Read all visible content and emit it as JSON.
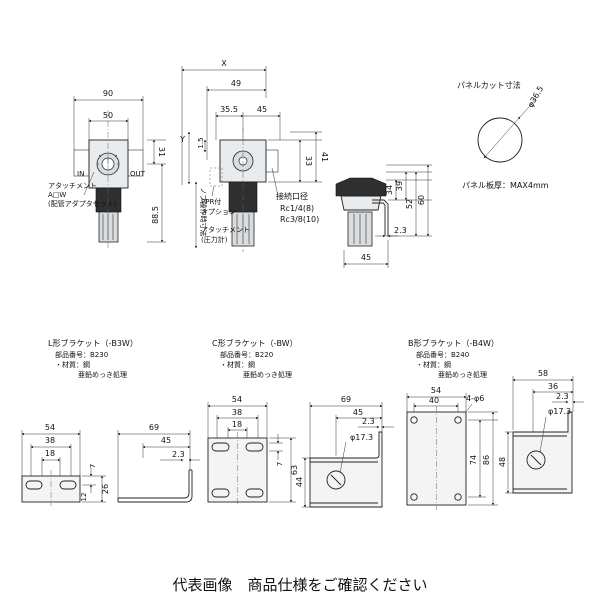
{
  "top": {
    "front": {
      "w90": "90",
      "w50": "50",
      "in": "IN",
      "out": "OUT",
      "h31": "31",
      "h88_5": "88.5",
      "att_l1": "アタッチメント",
      "att_l2": "A□W",
      "att_l3": "(配管アダプタセット)",
      "knob_note": "ノブ操作時寸法"
    },
    "side": {
      "x": "X",
      "d49": "49",
      "d35_5": "35.5",
      "d45": "45",
      "y": "Y",
      "d1_5": "1.5",
      "d33": "33",
      "d41": "41",
      "ppr_l1": "PPR付",
      "ppr_l2": "オプション",
      "att_l1": "アタッチメント",
      "att_l2": "(圧力計)",
      "port_l1": "接続口径",
      "port_l2": "Rc1/4(8)",
      "port_l3": "Rc3/8(10)"
    },
    "bracket_side": {
      "d34": "34",
      "d39": "39",
      "d52": "52",
      "d60": "60",
      "d2_3": "2.3",
      "d45": "45"
    },
    "panel": {
      "title": "パネルカット寸法",
      "dia": "φ36.5",
      "thickness": "パネル板厚：MAX4mm"
    }
  },
  "brackets": {
    "l": {
      "title": "L形ブラケット（-B3W）",
      "part": "部品番号：B230",
      "mat1": "・材質：鋼",
      "mat2": "亜鉛めっき処理",
      "d54": "54",
      "d38": "38",
      "d18": "18",
      "d7": "7",
      "d26": "26",
      "d12": "12",
      "d69": "69",
      "d45": "45",
      "d2_3": "2.3"
    },
    "c": {
      "title": "C形ブラケット（-BW）",
      "part": "部品番号：B220",
      "mat1": "・材質：鋼",
      "mat2": "亜鉛めっき処理",
      "d54": "54",
      "d38": "38",
      "d18": "18",
      "d7": "7",
      "d63": "63",
      "d69": "69",
      "d45": "45",
      "d2_3": "2.3",
      "d44": "44",
      "dia": "φ17.3"
    },
    "b": {
      "title": "B形ブラケット（-B4W）",
      "part": "部品番号：B240",
      "mat1": "・材質：鋼",
      "mat2": "亜鉛めっき処理",
      "d54": "54",
      "d40": "40",
      "holes": "4-φ6",
      "d74": "74",
      "d86": "86",
      "d58": "58",
      "d36": "36",
      "d2_3": "2.3",
      "dia": "φ17.3",
      "d48": "48"
    }
  },
  "footer": {
    "caption": "代表画像　商品仕様をご確認ください"
  }
}
